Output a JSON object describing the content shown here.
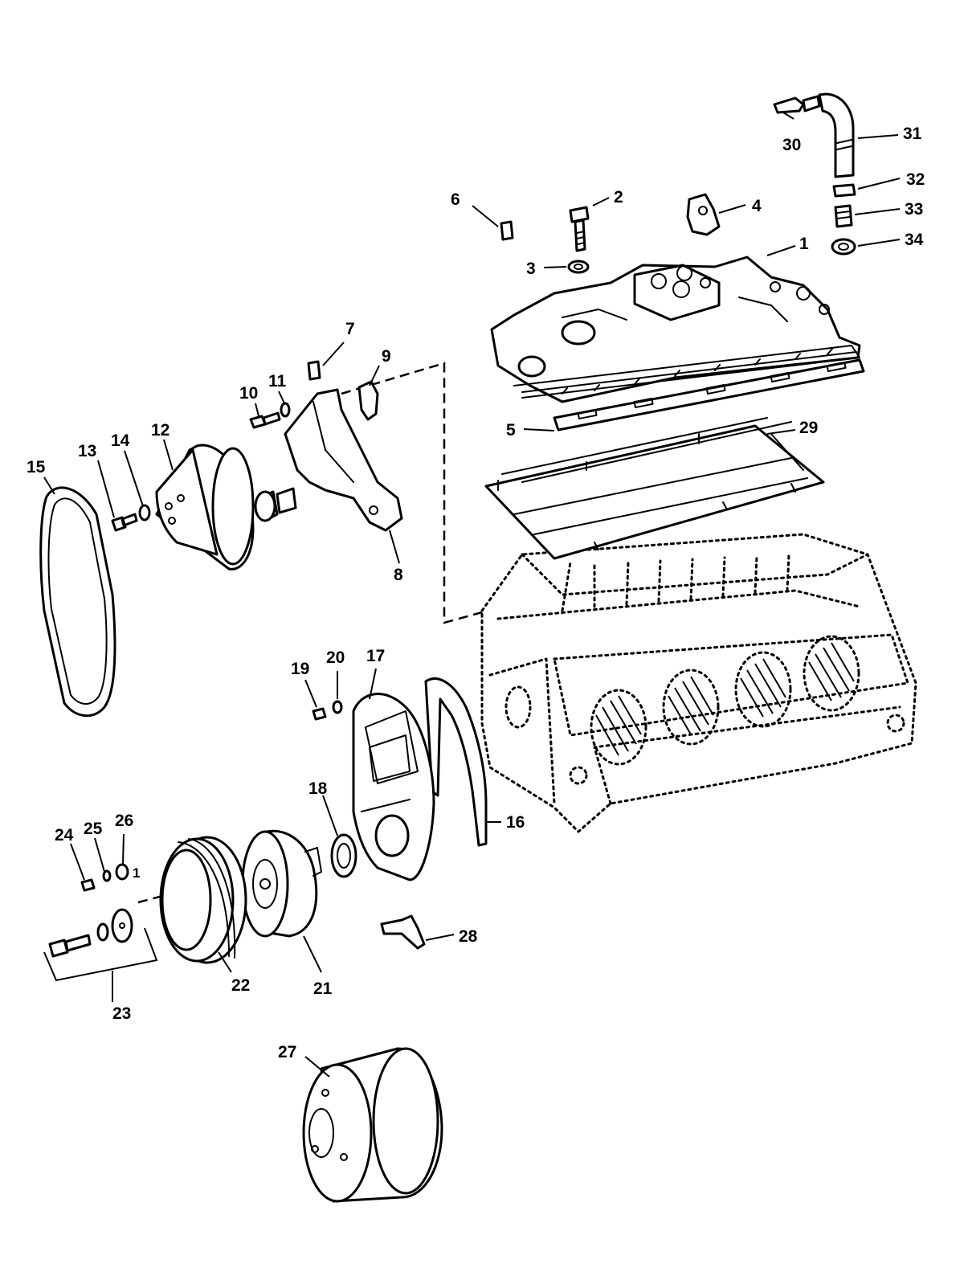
{
  "callouts": {
    "c1": "1",
    "c2": "2",
    "c3": "3",
    "c4": "4",
    "c5": "5",
    "c6": "6",
    "c7": "7",
    "c8": "8",
    "c9": "9",
    "c10": "10",
    "c11": "11",
    "c12": "12",
    "c13": "13",
    "c14": "14",
    "c15": "15",
    "c16": "16",
    "c17": "17",
    "c18": "18",
    "c19": "19",
    "c20": "20",
    "c21": "21",
    "c22": "22",
    "c23": "23",
    "c24": "24",
    "c25": "25",
    "c26": "26",
    "c27": "27",
    "c28": "28",
    "c29": "29",
    "c30": "30",
    "c31": "31",
    "c32": "32",
    "c33": "33",
    "c34": "34",
    "c_bolt_pointer": "1"
  },
  "colors": {
    "line": "#000000",
    "background": "#ffffff"
  }
}
